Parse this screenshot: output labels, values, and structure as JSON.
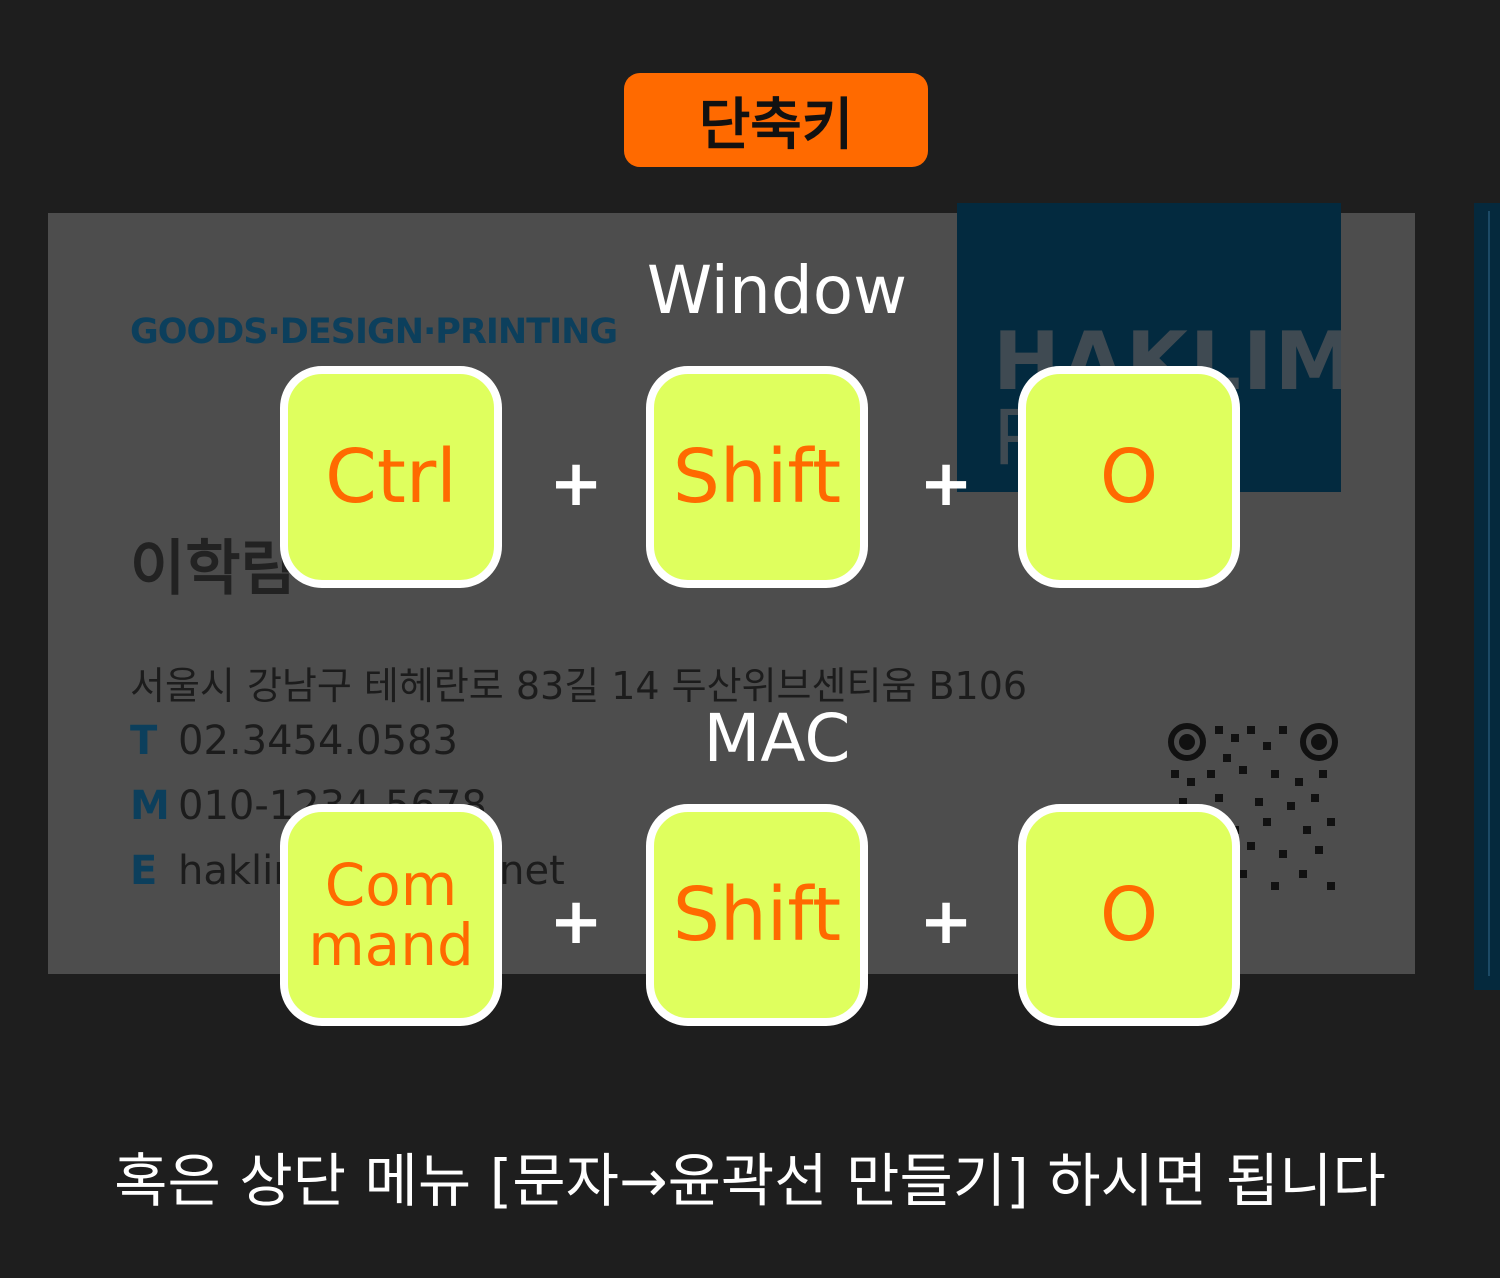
{
  "title": "단축키",
  "card": {
    "tagline": "GOODS·DESIGN·PRINTING",
    "logo_line1": "HAKLIM",
    "logo_line2": "P     T",
    "name": "이학림",
    "address": "서울시 강남구 테헤란로 83길 14 두산위브센티움 B106",
    "phone_key": "T",
    "phone": "02.3454.0583",
    "mobile_key": "M",
    "mobile": "010-1234-5678",
    "email_key": "E",
    "email": "haklim@haklim.net"
  },
  "window": {
    "label": "Window",
    "keys": [
      "Ctrl",
      "Shift",
      "O"
    ]
  },
  "mac": {
    "label": "MAC",
    "keys": [
      "Com\nmand",
      "Shift",
      "O"
    ]
  },
  "plus": "+",
  "bottom_text": "혹은 상단 메뉴 [문자→윤곽선 만들기] 하시면 됩니다",
  "colors": {
    "accent": "#ff6a00",
    "key_face": "#dfff5e",
    "background": "#1e1e1e"
  }
}
